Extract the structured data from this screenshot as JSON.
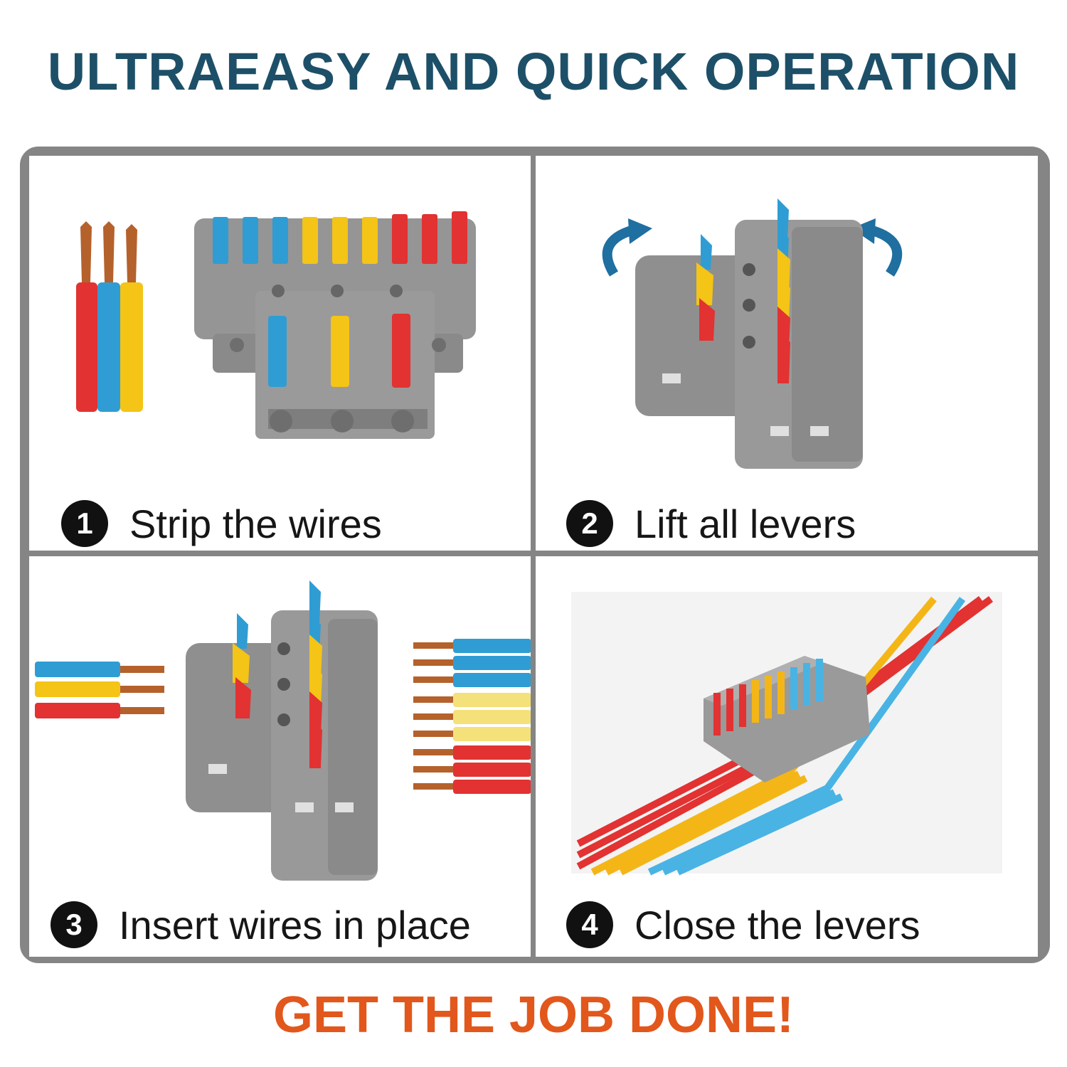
{
  "headline": "ULTRAEASY AND QUICK OPERATION",
  "footer": "GET THE JOB DONE!",
  "colors": {
    "headline": "#1d5068",
    "footer": "#e2571c",
    "border": "#858585",
    "lever_blue": "#2f9dd3",
    "lever_yellow": "#f4c417",
    "lever_red": "#e23232",
    "body_gray": "#8e8e8e"
  },
  "steps": [
    {
      "number": "1",
      "label": "Strip the wires"
    },
    {
      "number": "2",
      "label": "Lift all levers"
    },
    {
      "number": "3",
      "label": "Insert wires in place"
    },
    {
      "number": "4",
      "label": "Close the levers"
    }
  ]
}
